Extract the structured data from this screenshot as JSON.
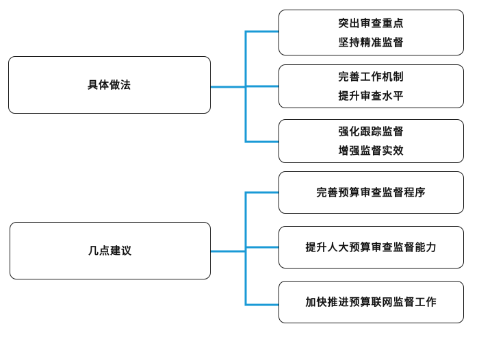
{
  "colors": {
    "connector": "#1a9ad6",
    "border": "#1a1a1a",
    "background": "#ffffff"
  },
  "groups": [
    {
      "label": "具体做法",
      "children": [
        {
          "lines": [
            "突出审查重点",
            "坚持精准监督"
          ]
        },
        {
          "lines": [
            "完善工作机制",
            "提升审查水平"
          ]
        },
        {
          "lines": [
            "强化跟踪监督",
            "增强监督实效"
          ]
        }
      ]
    },
    {
      "label": "几点建议",
      "children": [
        {
          "lines": [
            "完善预算审查监督程序"
          ]
        },
        {
          "lines": [
            "提升人大预算审查监督能力"
          ]
        },
        {
          "lines": [
            "加快推进预算联网监督工作"
          ]
        }
      ]
    }
  ]
}
